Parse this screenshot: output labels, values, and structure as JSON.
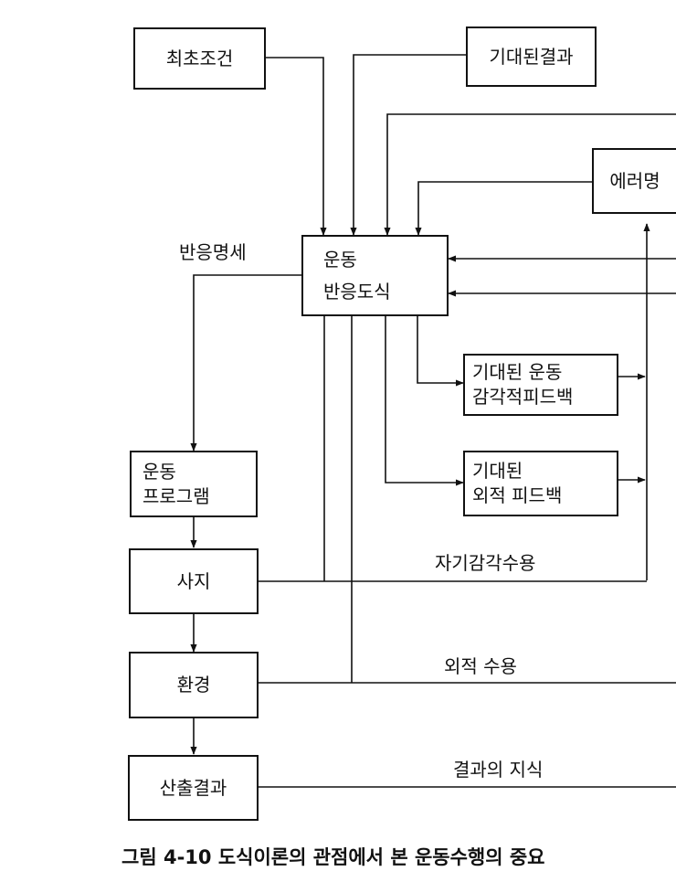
{
  "boxes": {
    "initial_condition": "최초조건",
    "expected_result": "기대된결과",
    "error_label": "에러명",
    "schema": [
      "운동",
      "반응도식"
    ],
    "sensory_feedback": [
      "기대된 운동",
      "감각적피드백"
    ],
    "external_feedback": [
      "기대된",
      "외적 피드백"
    ],
    "motor_program": [
      "운동",
      "프로그램"
    ],
    "limb": "사지",
    "environment": "환경",
    "output_result": "산출결과"
  },
  "labels": {
    "response_spec": "반응명세",
    "proprioception": "자기감각수용",
    "external_reception": "외적 수용",
    "knowledge_of_results": "결과의 지식"
  },
  "caption": "그림 4-10 도식이론의 관점에서 본 운동수행의 중요"
}
